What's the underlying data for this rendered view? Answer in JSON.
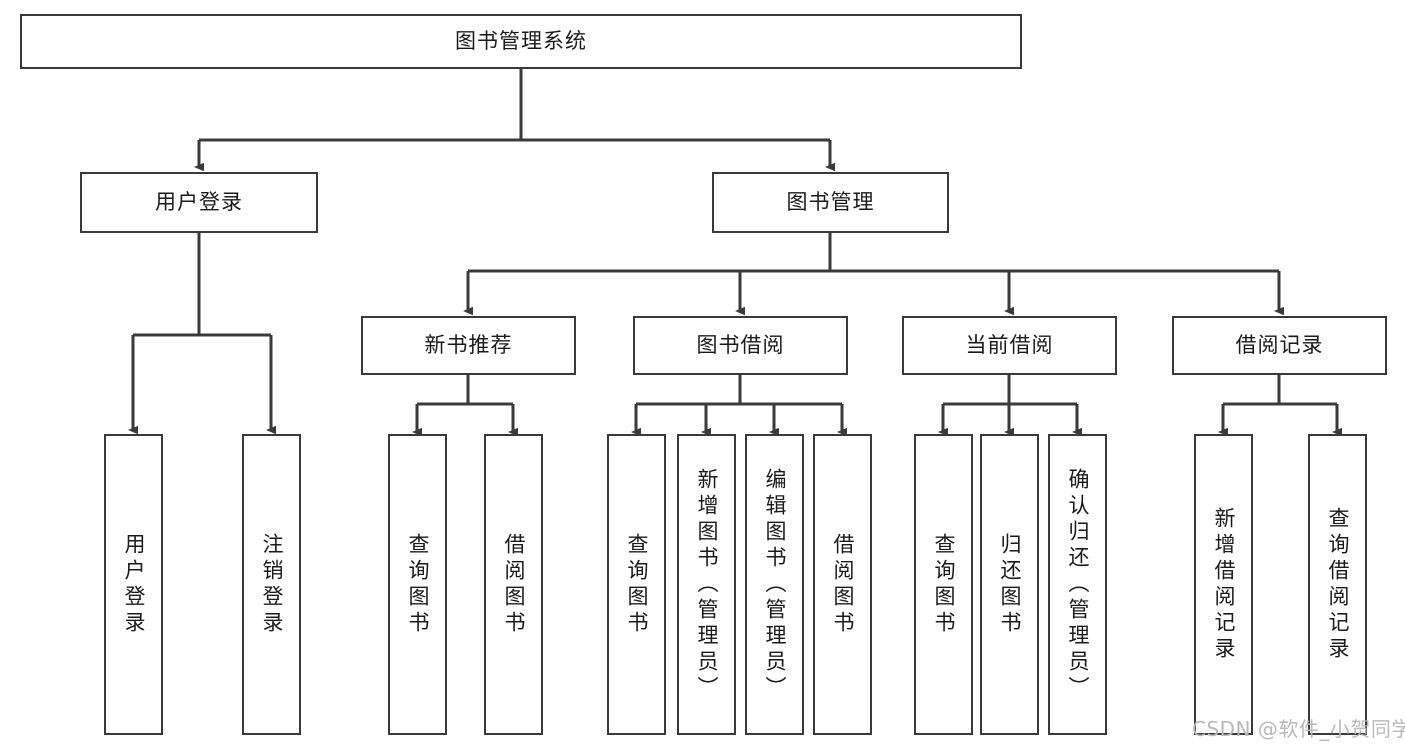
{
  "diagram": {
    "type": "tree",
    "title": "图书管理系统",
    "root": {
      "id": "root",
      "label": "图书管理系统"
    },
    "level2": [
      {
        "id": "user-login",
        "label": "用户登录"
      },
      {
        "id": "book-management",
        "label": "图书管理"
      }
    ],
    "level3": [
      {
        "id": "new-book-recommend",
        "label": "新书推荐",
        "parent": "book-management"
      },
      {
        "id": "book-borrow",
        "label": "图书借阅",
        "parent": "book-management"
      },
      {
        "id": "current-borrow",
        "label": "当前借阅",
        "parent": "book-management"
      },
      {
        "id": "borrow-record",
        "label": "借阅记录",
        "parent": "book-management"
      }
    ],
    "leaves": [
      {
        "id": "leaf-user-login",
        "label": "用户登录",
        "parent": "user-login"
      },
      {
        "id": "leaf-user-logout",
        "label": "注销登录",
        "parent": "user-login"
      },
      {
        "id": "leaf-query-book-1",
        "label": "查询图书",
        "parent": "new-book-recommend"
      },
      {
        "id": "leaf-borrow-book-1",
        "label": "借阅图书",
        "parent": "new-book-recommend"
      },
      {
        "id": "leaf-query-book-2",
        "label": "查询图书",
        "parent": "book-borrow"
      },
      {
        "id": "leaf-add-book",
        "label": "新增图书（管理员）",
        "parent": "book-borrow"
      },
      {
        "id": "leaf-edit-book",
        "label": "编辑图书（管理员）",
        "parent": "book-borrow"
      },
      {
        "id": "leaf-borrow-book-2",
        "label": "借阅图书",
        "parent": "book-borrow"
      },
      {
        "id": "leaf-query-book-3",
        "label": "查询图书",
        "parent": "current-borrow"
      },
      {
        "id": "leaf-return-book",
        "label": "归还图书",
        "parent": "current-borrow"
      },
      {
        "id": "leaf-confirm-return",
        "label": "确认归还（管理员）",
        "parent": "current-borrow"
      },
      {
        "id": "leaf-add-record",
        "label": "新增借阅记录",
        "parent": "borrow-record"
      },
      {
        "id": "leaf-query-record",
        "label": "查询借阅记录",
        "parent": "borrow-record"
      }
    ],
    "colors": {
      "box_border": "#3a3a3a",
      "box_fill": "#ffffff",
      "connector": "#3a3a3a",
      "text": "#1b1b1b",
      "watermark": "#b9b9b9",
      "background": "#ffffff"
    }
  },
  "watermark": {
    "text": "CSDN @软件_小贺同学"
  }
}
